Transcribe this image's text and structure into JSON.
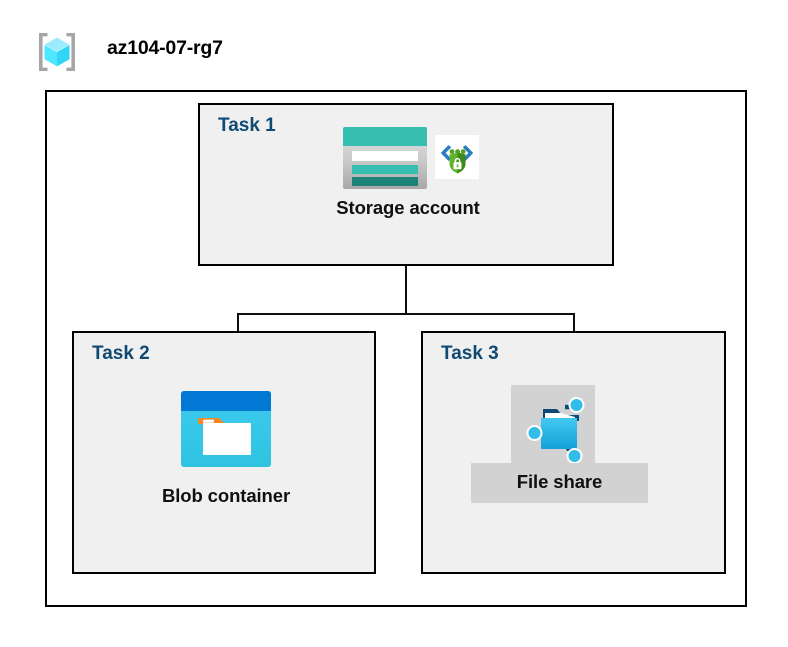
{
  "header": {
    "icon_name": "resource-group-icon",
    "title": "az104-07-rg7"
  },
  "diagram": {
    "frame_name": "resource-group-boundary",
    "tasks": [
      {
        "label": "Task 1",
        "node_caption": "Storage account",
        "icons": [
          "storage-account-icon",
          "secure-transfer-icon"
        ]
      },
      {
        "label": "Task 2",
        "node_caption": "Blob container",
        "icons": [
          "blob-container-icon"
        ]
      },
      {
        "label": "Task 3",
        "node_caption": "File share",
        "icons": [
          "file-share-icon"
        ]
      }
    ]
  },
  "colors": {
    "task_label": "#104A73",
    "panel_fill": "#F0F0F0",
    "frame_stroke": "#000000",
    "highlight_backdrop": "#D2D2D2",
    "storage_teal": "#36BFB1",
    "storage_dark_teal": "#1E8277",
    "blob_blue": "#0078D4",
    "blob_cyan": "#32C8F0",
    "blob_orange": "#F08A28",
    "fileshare_cyan": "#32BCE8",
    "secure_green": "#4FA024",
    "rg_cube_cyan": "#50E6FF",
    "rg_bracket_gray": "#A6A6A6"
  }
}
